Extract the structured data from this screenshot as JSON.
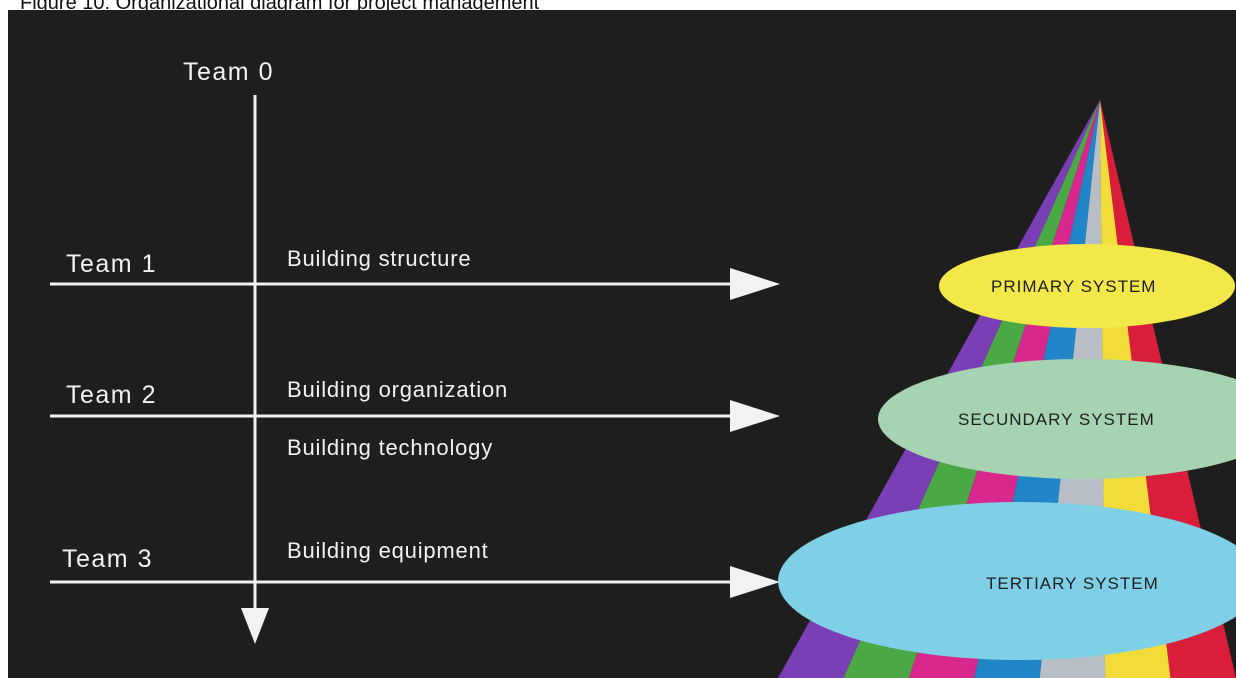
{
  "caption": "Figure 10: Organizational diagram for project management",
  "teams": {
    "team0": "Team 0",
    "team1": "Team 1",
    "team2": "Team 2",
    "team3": "Team 3"
  },
  "disciplines": {
    "structure": "Building structure",
    "organization": "Building organization",
    "technology": "Building technology",
    "equipment": "Building equipment"
  },
  "systems": {
    "primary": "PRIMARY SYSTEM",
    "secondary": "SECUNDARY SYSTEM",
    "tertiary": "TERTIARY SYSTEM"
  },
  "colors": {
    "background": "#1e1e1e",
    "lines": "#f2f2f2",
    "primary_ellipse": "#f2e84a",
    "secondary_ellipse": "#a6d4b2",
    "tertiary_ellipse": "#7fd0e6",
    "rays": [
      "#7b3fb5",
      "#4aa845",
      "#d8288e",
      "#2086c8",
      "#b8bec6",
      "#f2dc3a",
      "#d81e3a"
    ]
  }
}
